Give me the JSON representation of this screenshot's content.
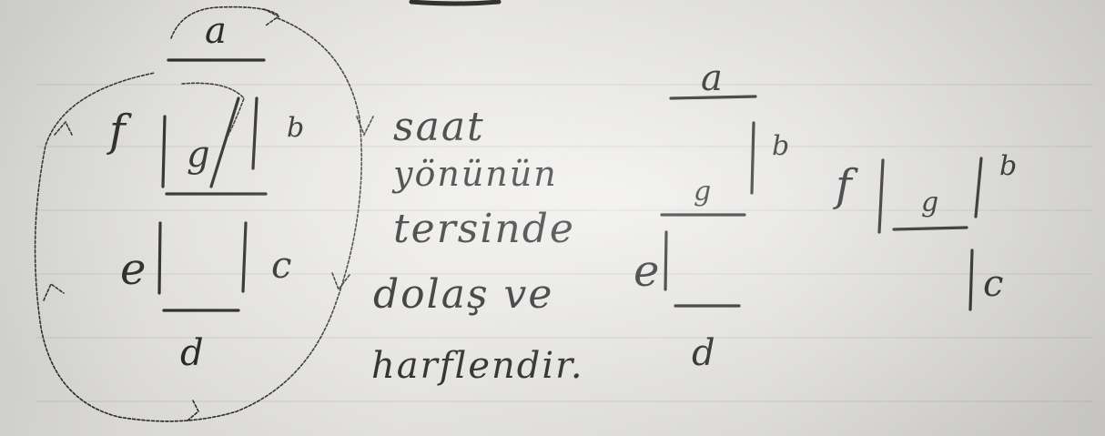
{
  "note_lines": [
    "saat",
    "yönünün",
    "tersinde",
    "dolaş ve",
    "harflendir."
  ],
  "seven_segment_full": {
    "segments": [
      "a",
      "b",
      "c",
      "d",
      "e",
      "f",
      "g"
    ]
  },
  "partial_1": {
    "segments": [
      "a",
      "b",
      "g",
      "e",
      "d"
    ]
  },
  "partial_2": {
    "segments": [
      "f",
      "g",
      "b",
      "c"
    ]
  }
}
